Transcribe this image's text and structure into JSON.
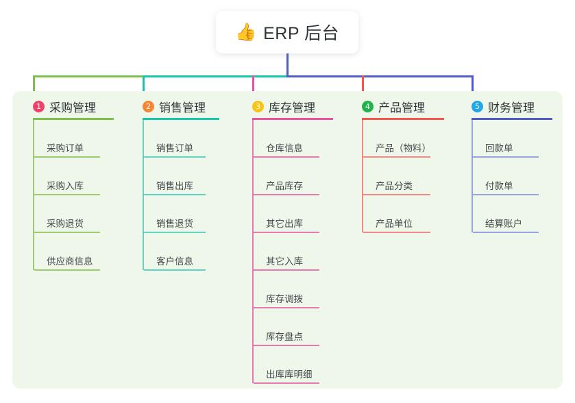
{
  "root": {
    "icon": "thumbs-up-icon",
    "emoji": "👍",
    "title": "ERP 后台"
  },
  "palette": {
    "panel_bg": "#eef7e9",
    "card_bg": "#ffffff",
    "text": "#2f3437",
    "leaf_text": "#44494d",
    "bus_green": "#7cc04a",
    "bus_teal": "#15c7ab",
    "bus_purple": "#4e5bc8",
    "drop_green": "#7cc04a",
    "drop_teal": "#15c7ab",
    "drop_pink": "#ec4f9e",
    "drop_red": "#f4564e",
    "drop_blue": "#4e5bc8",
    "root_stem": "#4e5bc8"
  },
  "columns": [
    {
      "number": "1",
      "title": "采购管理",
      "badge_color": "#f0426a",
      "rule_color": "#7cc04a",
      "line_color": "#9ccb6e",
      "items": [
        {
          "label": "采购订单"
        },
        {
          "label": "采购入库"
        },
        {
          "label": "采购退货"
        },
        {
          "label": "供应商信息"
        }
      ]
    },
    {
      "number": "2",
      "title": "销售管理",
      "badge_color": "#f58634",
      "rule_color": "#15c7ab",
      "line_color": "#5fd3c2",
      "items": [
        {
          "label": "销售订单"
        },
        {
          "label": "销售出库"
        },
        {
          "label": "销售退货"
        },
        {
          "label": "客户信息"
        }
      ]
    },
    {
      "number": "3",
      "title": "库存管理",
      "badge_color": "#f5c518",
      "rule_color": "#ec4f9e",
      "line_color": "#e878ae",
      "items": [
        {
          "label": "仓库信息"
        },
        {
          "label": "产品库存"
        },
        {
          "label": "其它出库"
        },
        {
          "label": "其它入库"
        },
        {
          "label": "库存调拨"
        },
        {
          "label": "库存盘点"
        },
        {
          "label": "出库库明细"
        }
      ]
    },
    {
      "number": "4",
      "title": "产品管理",
      "badge_color": "#21b24b",
      "rule_color": "#f4564e",
      "line_color": "#f08981",
      "items": [
        {
          "label": "产品（物料）"
        },
        {
          "label": "产品分类"
        },
        {
          "label": "产品单位"
        }
      ]
    },
    {
      "number": "5",
      "title": "财务管理",
      "badge_color": "#22a7e8",
      "rule_color": "#4e5bc8",
      "line_color": "#97a3dc",
      "items": [
        {
          "label": "回款单"
        },
        {
          "label": "付款单"
        },
        {
          "label": "结算账户"
        }
      ]
    }
  ]
}
